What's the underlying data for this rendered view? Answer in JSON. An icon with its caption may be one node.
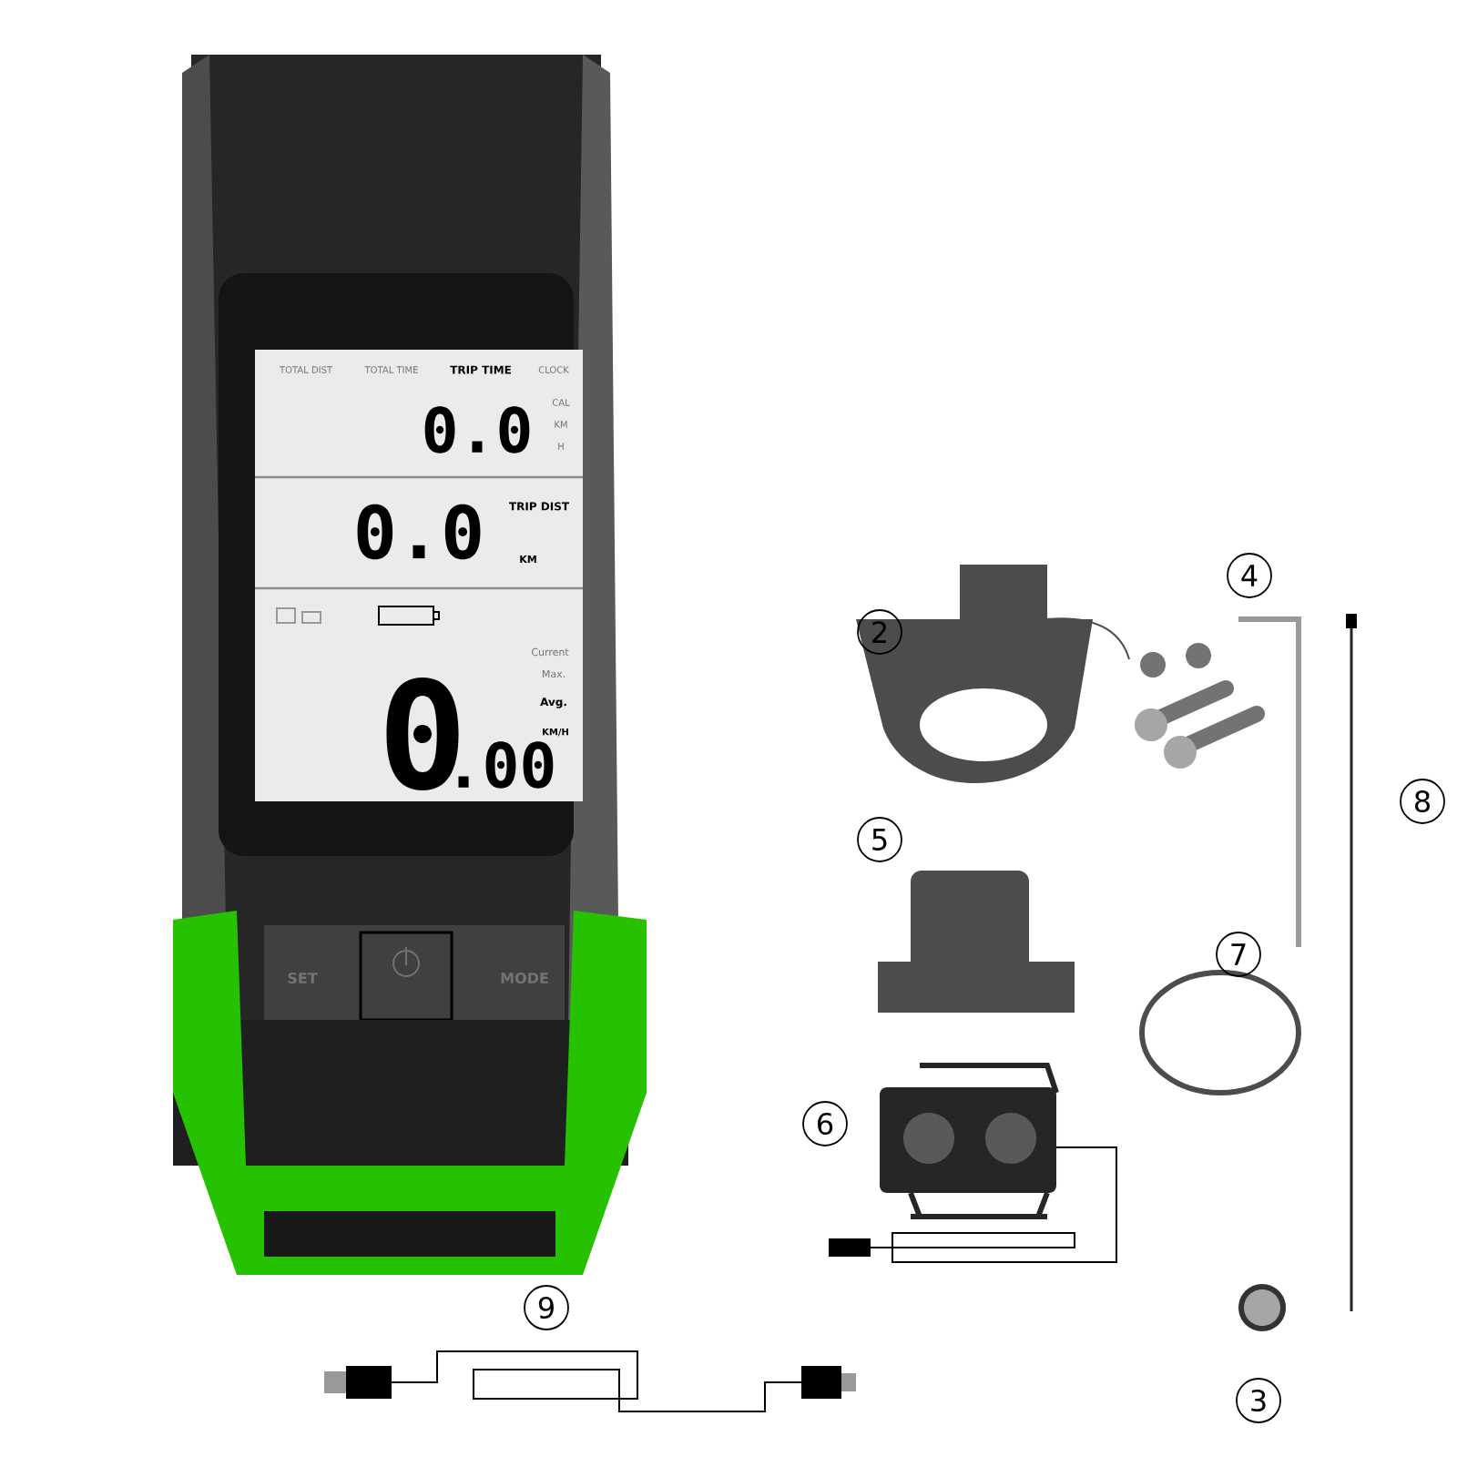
{
  "diagram": {
    "labels": [
      "TOTAL DIST",
      "TOTAL TIME",
      "TRIP TIME",
      "CLOCK",
      "0.0",
      "CAL",
      "KM",
      "H",
      "0.0",
      "TRIP DIST",
      "KM",
      "Current",
      "Max.",
      "Avg.",
      "0",
      ".00",
      "KM/H",
      "SET",
      "MODE",
      "2",
      "4",
      "5",
      "7",
      "8",
      "6",
      "3",
      "9"
    ]
  }
}
